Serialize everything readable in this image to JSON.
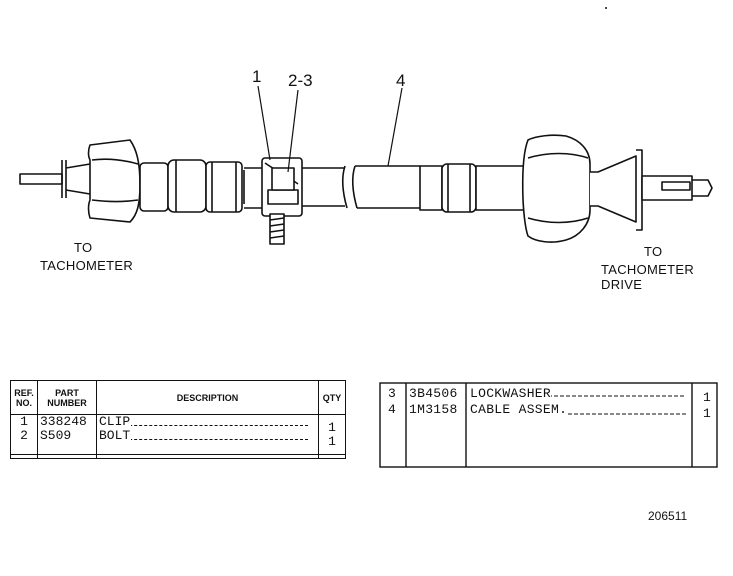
{
  "labels": {
    "left_destination": [
      "TO",
      "TACHOMETER"
    ],
    "right_destination": [
      "TO",
      "TACHOMETER DRIVE"
    ]
  },
  "callouts": [
    "1",
    "2-3",
    "4"
  ],
  "table_left": {
    "headers": {
      "ref_no": [
        "REF.",
        "NO."
      ],
      "part_number": [
        "PART",
        "NUMBER"
      ],
      "description": "DESCRIPTION",
      "qty": "QTY"
    },
    "rows": [
      {
        "ref": "1",
        "part": "338248",
        "desc": "CLIP",
        "qty": "1"
      },
      {
        "ref": "2",
        "part": "S509",
        "desc": "BOLT",
        "qty": "1"
      }
    ]
  },
  "table_right": {
    "rows": [
      {
        "ref": "3",
        "part": "3B4506",
        "desc": "LOCKWASHER",
        "qty": "1"
      },
      {
        "ref": "4",
        "part": "1M3158",
        "desc": "CABLE ASSEM.",
        "qty": "1"
      }
    ]
  },
  "drawing_number": "206511"
}
